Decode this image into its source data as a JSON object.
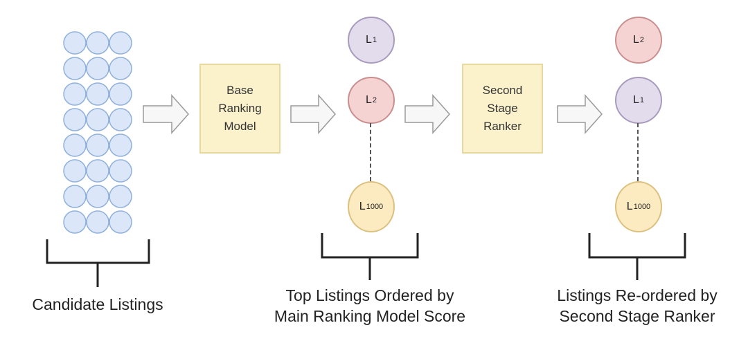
{
  "candidate_grid": {
    "rows": 8,
    "cols": 3
  },
  "boxes": {
    "base_model": "Base\nRanking\nModel",
    "second_stage": "Second\nStage\nRanker"
  },
  "stage1_list": {
    "top": {
      "letter": "L",
      "index": "1"
    },
    "second": {
      "letter": "L",
      "index": "2"
    },
    "last": {
      "letter": "L",
      "index": "1000"
    }
  },
  "stage2_list": {
    "top": {
      "letter": "L",
      "index": "2"
    },
    "second": {
      "letter": "L",
      "index": "1"
    },
    "last": {
      "letter": "L",
      "index": "1000"
    }
  },
  "captions": {
    "candidates": "Candidate Listings",
    "stage1_line1": "Top Listings Ordered by",
    "stage1_line2": "Main Ranking Model Score",
    "stage2_line1": "Listings Re-ordered by",
    "stage2_line2": "Second Stage Ranker"
  },
  "colors": {
    "candidate_fill": "#dbe7f8",
    "candidate_stroke": "#8fb0dc",
    "box_fill": "#fbf2cc",
    "lavender": "#e2dcec",
    "pink": "#f6d3d3",
    "peach": "#fcebc0"
  }
}
